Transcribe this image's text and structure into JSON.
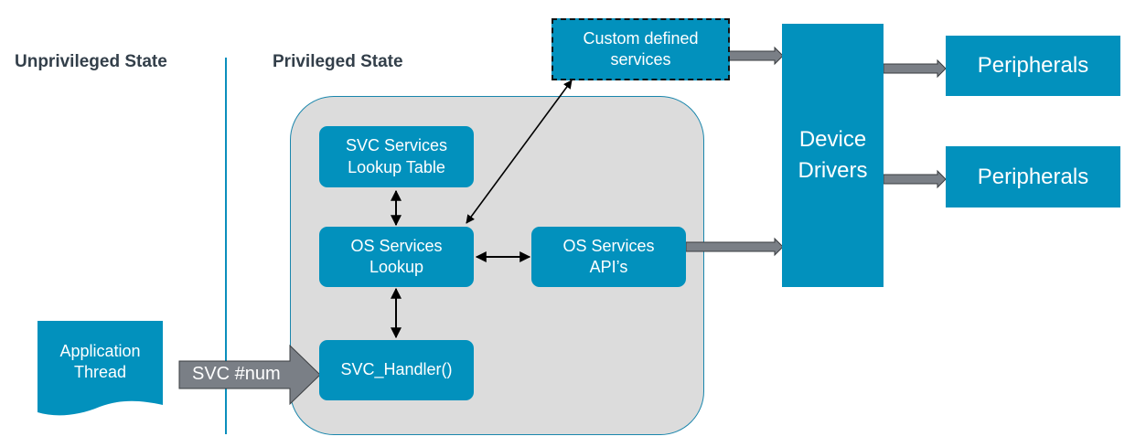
{
  "headers": {
    "unprivileged": "Unprivileged State",
    "privileged": "Privileged State"
  },
  "nodes": {
    "application_thread": {
      "line1": "Application",
      "line2": "Thread"
    },
    "svc_arrow": {
      "label": "SVC #num"
    },
    "svc_lookup_table": {
      "line1": "SVC Services",
      "line2": "Lookup Table"
    },
    "os_services_lookup": {
      "line1": "OS Services",
      "line2": "Lookup"
    },
    "svc_handler": {
      "label": "SVC_Handler()"
    },
    "os_services_apis": {
      "line1": "OS Services",
      "line2": "API’s"
    },
    "custom_services": {
      "line1": "Custom defined",
      "line2": "services"
    },
    "device_drivers": {
      "line1": "Device",
      "line2": "Drivers"
    },
    "peripherals_1": {
      "label": "Peripherals"
    },
    "peripherals_2": {
      "label": "Peripherals"
    }
  },
  "edges": [
    {
      "from": "svc_lookup_table",
      "to": "os_services_lookup",
      "type": "bidirectional"
    },
    {
      "from": "os_services_lookup",
      "to": "svc_handler",
      "type": "bidirectional"
    },
    {
      "from": "os_services_lookup",
      "to": "os_services_apis",
      "type": "bidirectional"
    },
    {
      "from": "os_services_lookup",
      "to": "custom_services",
      "type": "bidirectional"
    },
    {
      "from": "application_thread",
      "to": "svc_handler",
      "type": "block-arrow",
      "label": "SVC #num"
    },
    {
      "from": "custom_services",
      "to": "device_drivers",
      "type": "block-arrow"
    },
    {
      "from": "os_services_apis",
      "to": "device_drivers",
      "type": "block-arrow"
    },
    {
      "from": "device_drivers",
      "to": "peripherals_1",
      "type": "block-arrow"
    },
    {
      "from": "device_drivers",
      "to": "peripherals_2",
      "type": "block-arrow"
    }
  ],
  "colors": {
    "box_fill": "#0291bd",
    "container_fill": "#dcdcdc",
    "container_border": "#1a86ac",
    "divider": "#0b8fbc",
    "block_arrow_fill": "#7a7f86",
    "header_text": "#333f4a"
  }
}
